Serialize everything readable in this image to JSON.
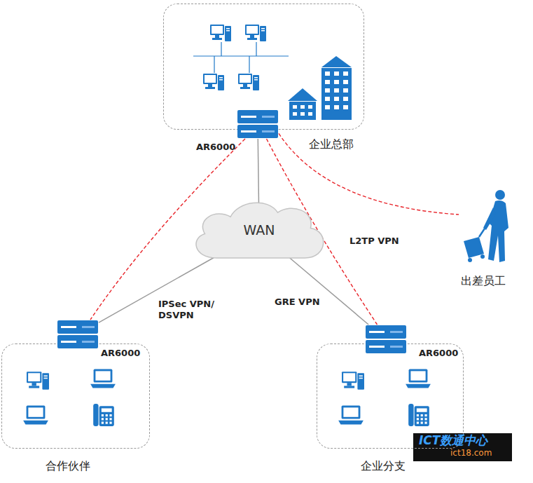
{
  "diagram": {
    "nodes": [
      {
        "text": [
          "企业总部"
        ]
      },
      {
        "text": [
          "AR6000"
        ],
        "in": 0
      },
      {
        "text": [
          "WAN"
        ]
      },
      {
        "text": [
          "合作伙伴"
        ]
      },
      {
        "text": [
          "AR6000"
        ],
        "in": 3
      },
      {
        "text": [
          "企业分支"
        ]
      },
      {
        "text": [
          "AR6000"
        ],
        "in": 5
      },
      {
        "text": [
          "出差员工"
        ]
      }
    ],
    "edges": [
      {
        "from": 1,
        "to": 2,
        "arrow": "none"
      },
      {
        "from": 2,
        "to": 4,
        "arrow": "none"
      },
      {
        "from": 2,
        "to": 6,
        "arrow": "none"
      },
      {
        "from": 1,
        "to": 4,
        "label": "IPSec VPN/ DSVPN",
        "arrow": "none"
      },
      {
        "from": 1,
        "to": 6,
        "label": "GRE VPN",
        "arrow": "none"
      },
      {
        "from": 1,
        "to": 7,
        "label": "L2TP VPN",
        "arrow": "none"
      }
    ],
    "labels": [
      "ICT数通中心",
      "ict18.com"
    ]
  }
}
